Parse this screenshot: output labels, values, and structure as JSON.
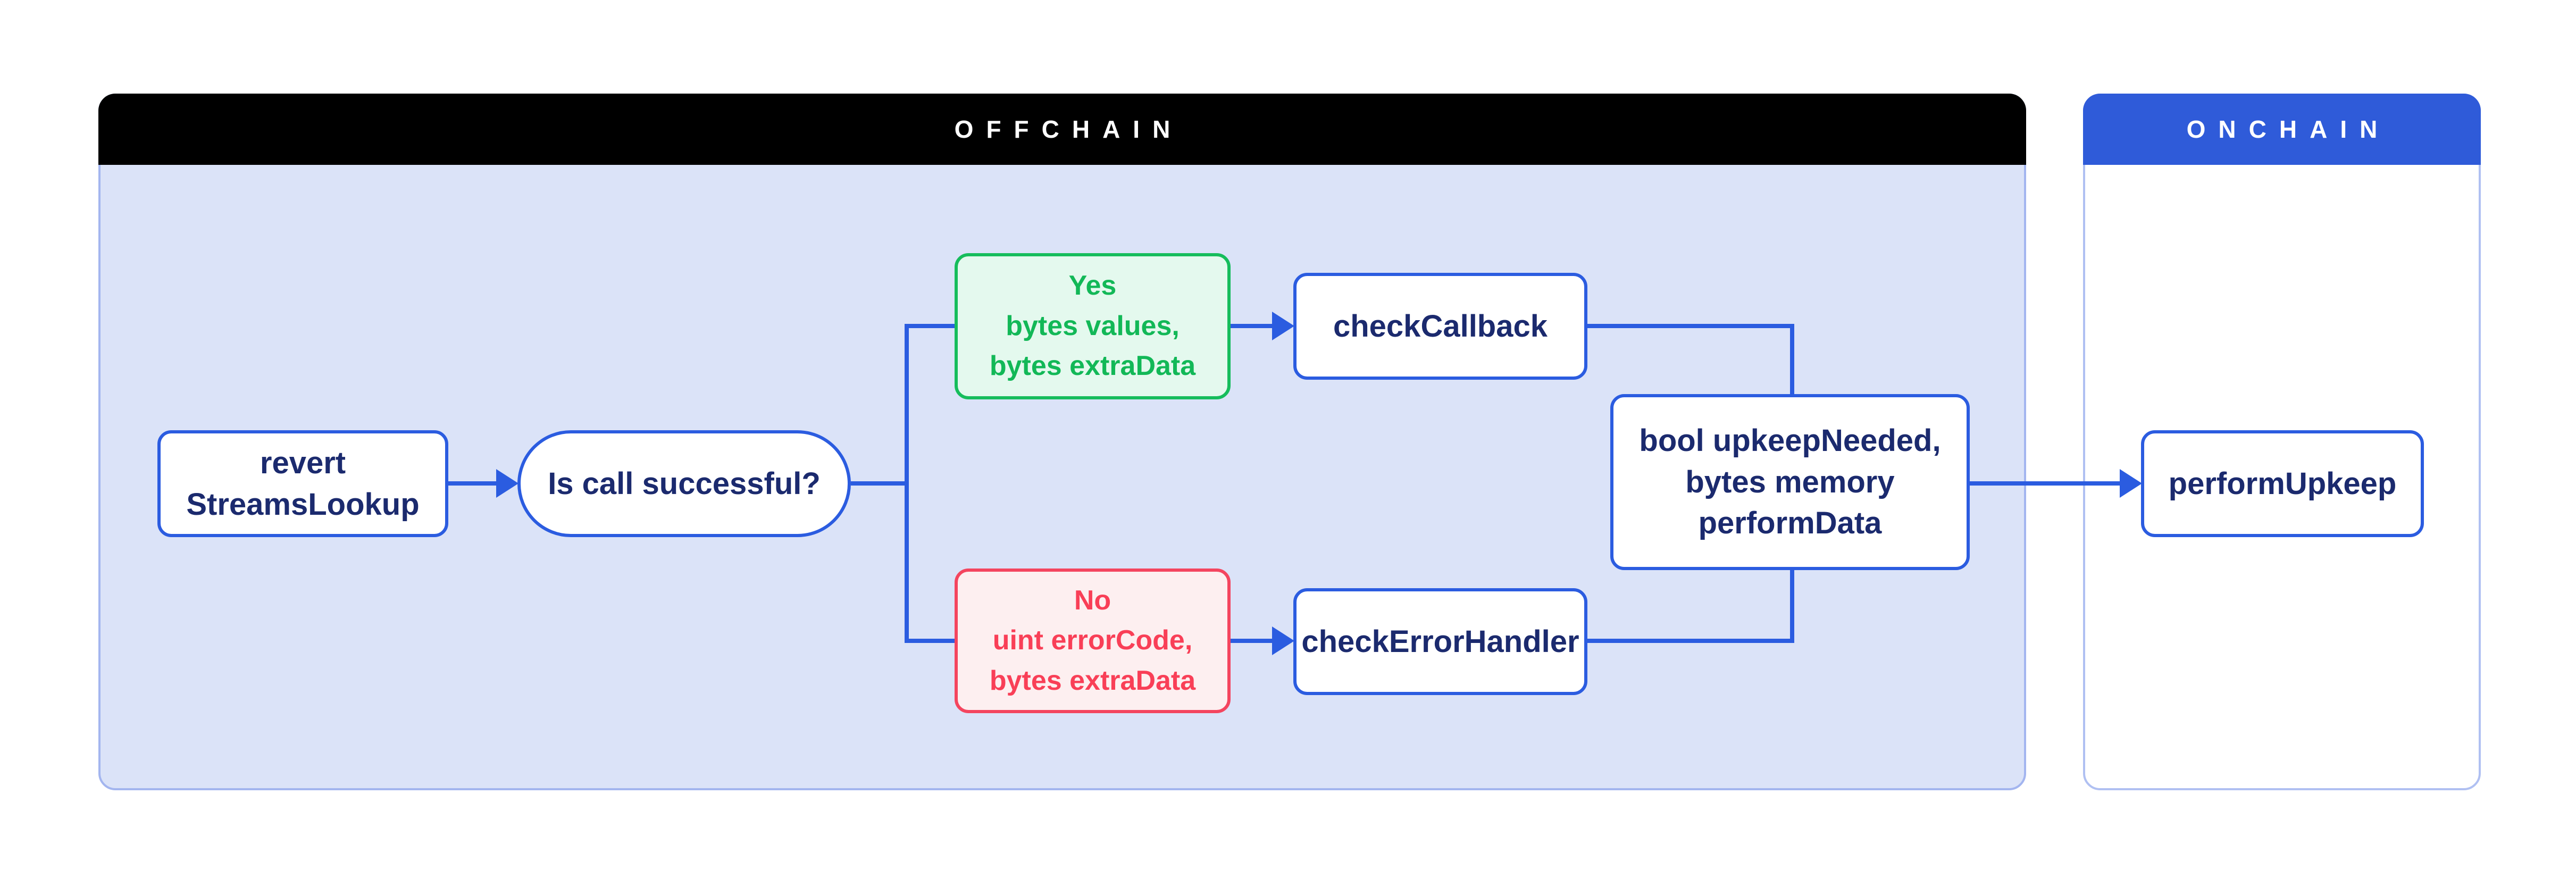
{
  "panels": {
    "offchain": {
      "title": "OFFCHAIN"
    },
    "onchain": {
      "title": "ONCHAIN"
    }
  },
  "nodes": {
    "revert_streams_lookup": {
      "label": "revert\nStreamsLookup"
    },
    "is_call_successful": {
      "label": "Is call successful?"
    },
    "yes_branch": {
      "label": "Yes\nbytes values,\nbytes extraData"
    },
    "no_branch": {
      "label": "No\nuint errorCode,\nbytes extraData"
    },
    "check_callback": {
      "label": "checkCallback"
    },
    "check_error_handler": {
      "label": "checkErrorHandler"
    },
    "upkeep_result": {
      "label": "bool upkeepNeeded,\nbytes memory\nperformData"
    },
    "perform_upkeep": {
      "label": "performUpkeep"
    }
  },
  "colors": {
    "connector_blue": "#2b5ce0",
    "offchain_header_bg": "#000000",
    "onchain_header_bg": "#2f5bd9",
    "offchain_panel_fill": "#dbe3f8",
    "offchain_panel_border": "#a3b5ef",
    "onchain_panel_border": "#b0c0f2",
    "node_text_navy": "#1b2a6e",
    "yes_green": "#12b857",
    "yes_green_fill": "#e4f9ee",
    "no_red": "#f4455f",
    "no_red_fill": "#fdeff0"
  }
}
